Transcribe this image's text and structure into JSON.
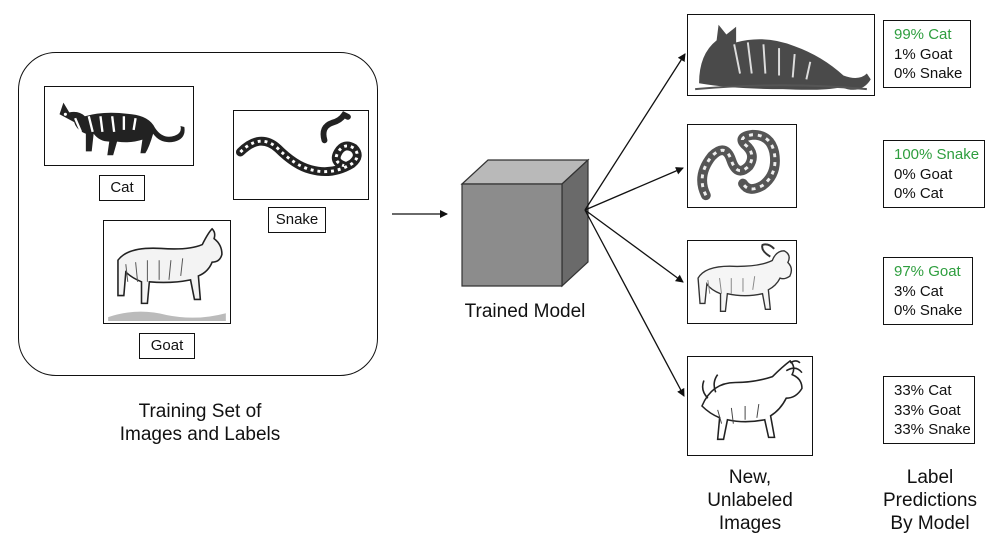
{
  "training_set": {
    "caption_line1": "Training Set of",
    "caption_line2": "Images and Labels",
    "labels": {
      "cat": "Cat",
      "snake": "Snake",
      "goat": "Goat"
    }
  },
  "model": {
    "label": "Trained Model"
  },
  "new_images": {
    "caption_line1": "New,",
    "caption_line2": "Unlabeled",
    "caption_line3": "Images"
  },
  "predictions_caption": {
    "line1": "Label",
    "line2": "Predictions",
    "line3": "By Model"
  },
  "predictions": [
    {
      "lines": [
        "99% Cat",
        "1% Goat",
        "0% Snake"
      ]
    },
    {
      "lines": [
        "100% Snake",
        "0% Goat",
        "0% Cat"
      ]
    },
    {
      "lines": [
        "97% Goat",
        "3% Cat",
        "0% Snake"
      ]
    },
    {
      "lines": [
        "33% Cat",
        "33% Goat",
        "33% Snake"
      ]
    }
  ],
  "colors": {
    "top_prediction": "#2e9e3e",
    "cube_front": "#8c8c8c",
    "cube_top": "#b9b9b9",
    "cube_side": "#6a6a6a"
  },
  "icons": [
    "cat-illustration",
    "snake-illustration",
    "goat-illustration",
    "wildcat-illustration",
    "rattlesnake-illustration",
    "ram-illustration",
    "chimera-illustration",
    "model-cube-icon"
  ]
}
